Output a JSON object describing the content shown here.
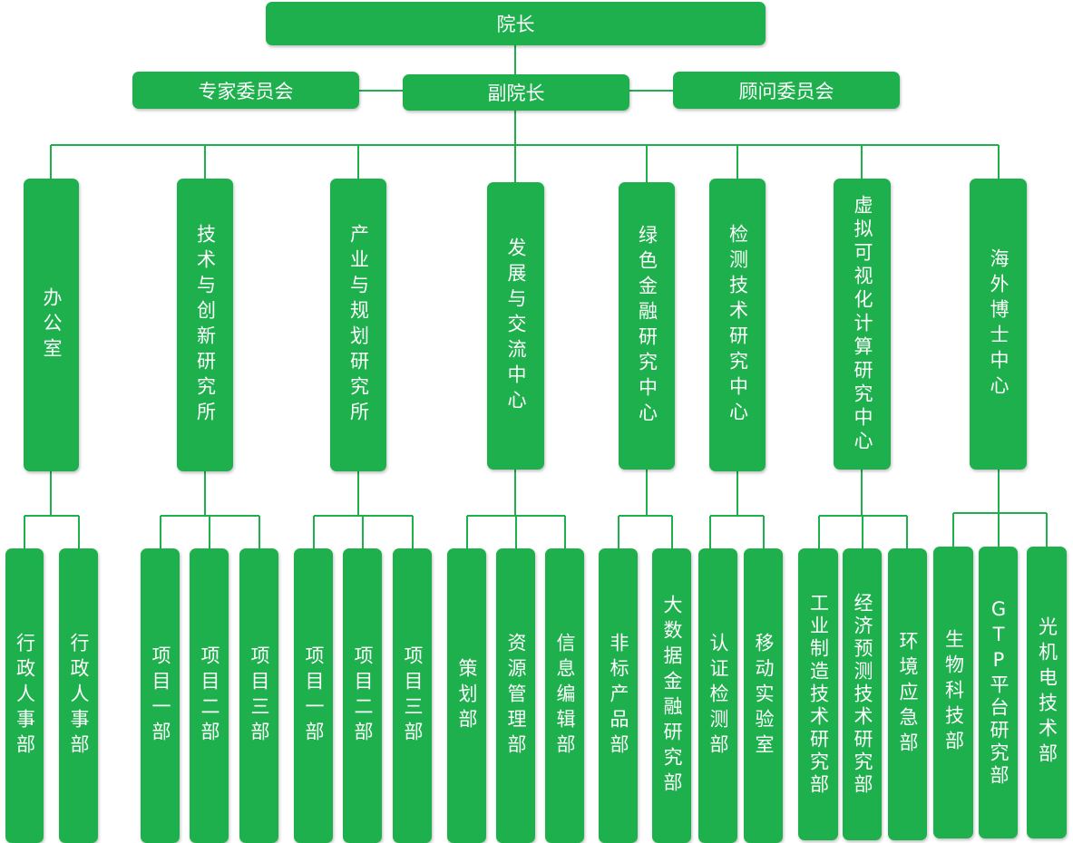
{
  "colors": {
    "box": "#1eb04d",
    "line": "#1eb04d",
    "text": "#ffffff"
  },
  "top": {
    "president": "院长",
    "vice": "副院长",
    "expert": "专家委员会",
    "advisor": "顾问委员会"
  },
  "departments": [
    {
      "label": "办公室",
      "subs": [
        "行政人事部",
        "行政人事部"
      ]
    },
    {
      "label": "技术与创新研究所",
      "subs": [
        "项目一部",
        "项目二部",
        "项目三部"
      ]
    },
    {
      "label": "产业与规划研究所",
      "subs": [
        "项目一部",
        "项目二部",
        "项目三部"
      ]
    },
    {
      "label": "发展与交流中心",
      "subs": [
        "策划部",
        "资源管理部",
        "信息编辑部"
      ]
    },
    {
      "label": "绿色金融研究中心",
      "subs": [
        "非标产品部",
        "大数据金融研究部"
      ]
    },
    {
      "label": "检测技术研究中心",
      "subs": [
        "认证检测部",
        "移动实验室"
      ]
    },
    {
      "label": "虚拟可视化计算研究中心",
      "subs": [
        "工业制造技术研究部",
        "经济预测技术研究部",
        "环境应急部"
      ]
    },
    {
      "label": "海外博士中心",
      "subs": [
        "生物科技部",
        "GTP平台研究部",
        "光机电技术部"
      ]
    }
  ]
}
